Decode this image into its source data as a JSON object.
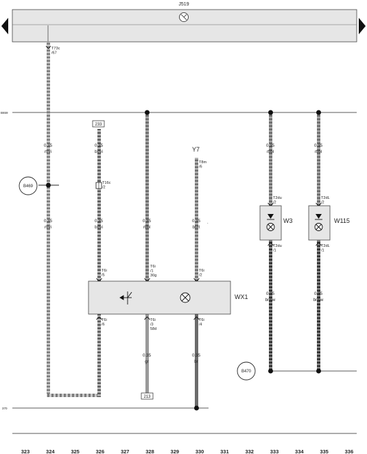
{
  "title": "J519",
  "control_unit": "J519",
  "left_ref": "B659",
  "bottom_ref": "370",
  "ground_points": [
    "B469",
    "B470"
  ],
  "component_wx1": "WX1",
  "component_w3": "W3",
  "component_w115": "W115",
  "component_y7": "Y7",
  "page_ref_top": "233",
  "page_ref_bottom": "213",
  "wires": {
    "w324_top": {
      "size": "0.35",
      "color": "rt/vi"
    },
    "w324_bot": {
      "size": "0.35",
      "color": "rt/vi"
    },
    "w326_top": {
      "size": "0.35",
      "color": "br/vi"
    },
    "w326_bot": {
      "size": "0.35",
      "color": "br/vi"
    },
    "w328_mid": {
      "size": "0.35",
      "color": "rt/bl"
    },
    "w328_bot": {
      "size": "0.35",
      "color": "gr"
    },
    "w330_mid": {
      "size": "0.35",
      "color": "br/rt"
    },
    "w330_bot": {
      "size": "0.35",
      "color": "br"
    },
    "w333_top": {
      "size": "0.35",
      "color": "rt/bl"
    },
    "w333_bot": {
      "size": "0.35",
      "color": "br/sw"
    },
    "w335_top": {
      "size": "0.35",
      "color": "rt/bl"
    },
    "w335_bot": {
      "size": "0.35",
      "color": "br/sw"
    }
  },
  "connectors": {
    "t73c": [
      "T73c",
      "/67"
    ],
    "t16c": [
      "T16c",
      "/2"
    ],
    "t8m": [
      "T8m",
      "/6"
    ],
    "t6i_5": [
      "T6i",
      "/5"
    ],
    "t6i_1": [
      "T6i",
      "/1",
      "30g"
    ],
    "t6i_2": [
      "T6i",
      "/2"
    ],
    "t6i_6": [
      "T6i",
      "/6"
    ],
    "t6i_3": [
      "T6i",
      "/3",
      "58d"
    ],
    "t6i_4": [
      "T6i",
      "/4"
    ],
    "t2du_2": [
      "T2du",
      "/2"
    ],
    "t2du_1": [
      "T2du",
      "/1"
    ],
    "t2dl_2": [
      "T2dL",
      "/2"
    ],
    "t2dl_1": [
      "T2dL",
      "/1"
    ]
  },
  "columns": [
    "323",
    "324",
    "325",
    "326",
    "327",
    "328",
    "329",
    "330",
    "331",
    "332",
    "333",
    "334",
    "335",
    "336"
  ]
}
